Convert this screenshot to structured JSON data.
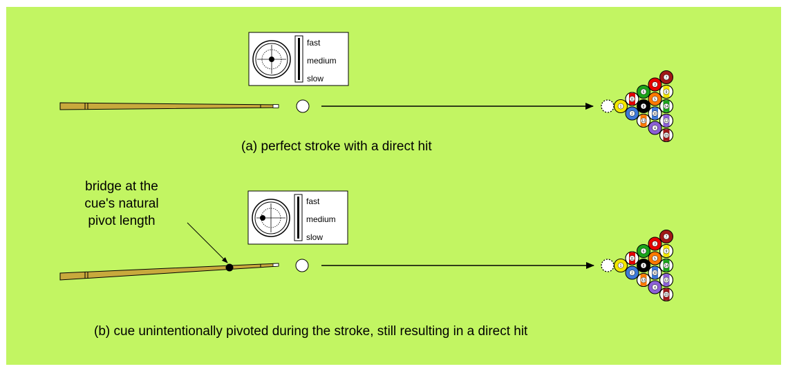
{
  "colors": {
    "felt": "#c2f562",
    "cue_wood": "#c8a93c",
    "cue_wood_dark": "#8a7020",
    "line": "#000000",
    "white": "#ffffff"
  },
  "panels": [
    {
      "id": "a",
      "caption": "(a) perfect stroke with a direct hit",
      "speed_labels": [
        "fast",
        "medium",
        "slow"
      ],
      "tip_offset": "center",
      "cue_pivoted": false
    },
    {
      "id": "b",
      "caption": "(b) cue unintentionally pivoted during the stroke, still resulting in a direct hit",
      "speed_labels": [
        "fast",
        "medium",
        "slow"
      ],
      "tip_offset": "left",
      "cue_pivoted": true,
      "annotation": [
        "bridge at the",
        "cue's natural",
        "pivot length"
      ]
    }
  ],
  "rack": {
    "balls": [
      {
        "number": 1,
        "color": "#f2e600",
        "stripe": false
      },
      {
        "number": 2,
        "color": "#3d79d9",
        "stripe": false
      },
      {
        "number": 3,
        "color": "#e60000",
        "stripe": false
      },
      {
        "number": 4,
        "color": "#8c5fd6",
        "stripe": false
      },
      {
        "number": 5,
        "color": "#ff7a00",
        "stripe": false
      },
      {
        "number": 6,
        "color": "#1aa31a",
        "stripe": false
      },
      {
        "number": 7,
        "color": "#a11818",
        "stripe": false
      },
      {
        "number": 8,
        "color": "#000000",
        "stripe": false
      },
      {
        "number": 9,
        "color": "#f2e600",
        "stripe": true
      },
      {
        "number": 10,
        "color": "#3d79d9",
        "stripe": true
      },
      {
        "number": 11,
        "color": "#e60000",
        "stripe": true
      },
      {
        "number": 12,
        "color": "#8c5fd6",
        "stripe": true
      },
      {
        "number": 13,
        "color": "#ff7a00",
        "stripe": true
      },
      {
        "number": 14,
        "color": "#1aa31a",
        "stripe": true
      },
      {
        "number": 15,
        "color": "#a11818",
        "stripe": true
      }
    ]
  }
}
